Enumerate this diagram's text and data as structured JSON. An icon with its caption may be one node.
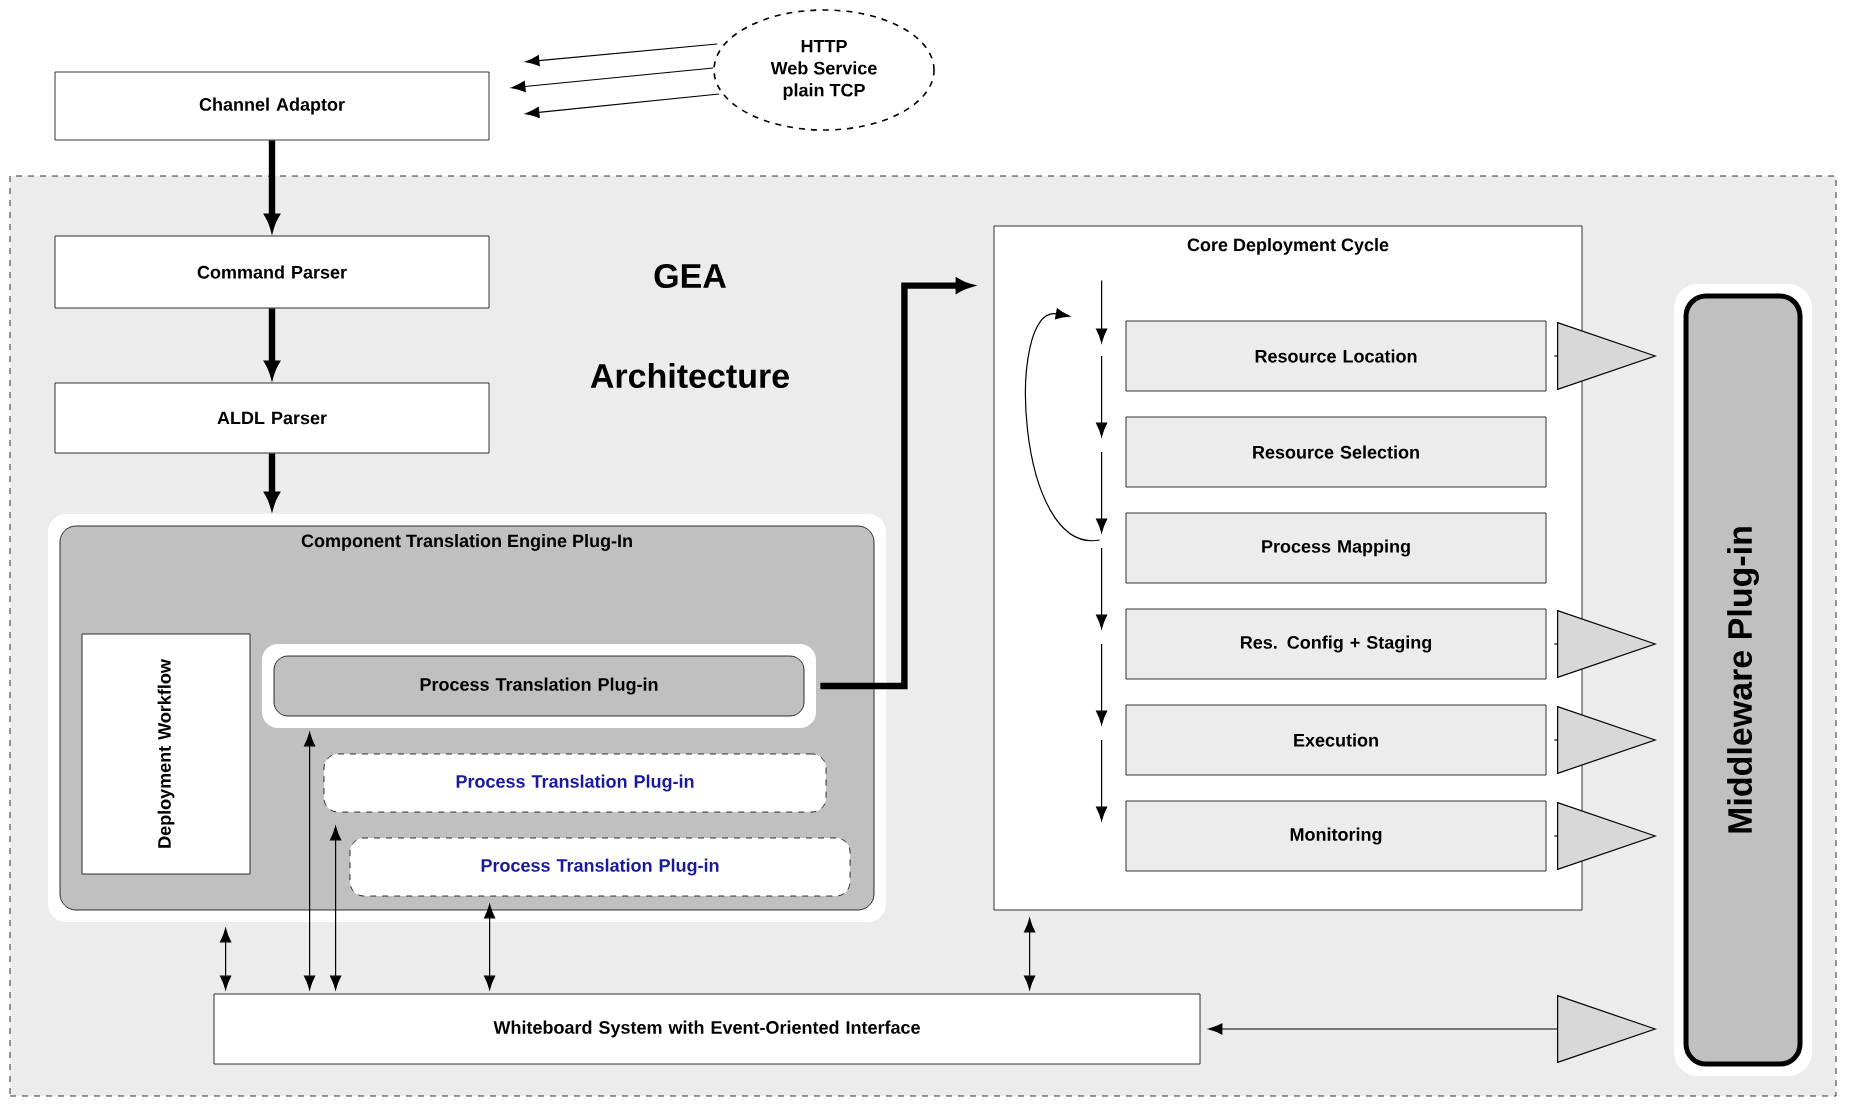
{
  "diagram": {
    "nodes": [
      {
        "text": [
          "HTTP",
          "Web Service",
          "plain TCP"
        ]
      },
      {
        "text": [
          "Channel Adaptor"
        ]
      },
      {
        "text": [
          "GEA Architecture"
        ]
      },
      {
        "text": [
          "Command Parser"
        ],
        "in": 2
      },
      {
        "text": [
          "ALDL Parser"
        ],
        "in": 2
      },
      {
        "text": [
          "Component Translation Engine Plug-In"
        ],
        "in": 2
      },
      {
        "text": [
          "Deployment Workflow"
        ],
        "in": 5
      },
      {
        "text": [
          "Process Translation Plug-in"
        ],
        "in": 5
      },
      {
        "text": [
          "Process Translation Plug-in"
        ],
        "in": 5
      },
      {
        "text": [
          "Process Translation Plug-in"
        ],
        "in": 5
      },
      {
        "text": [
          "Core Deployment Cycle"
        ],
        "in": 2
      },
      {
        "text": [
          "Resource Location"
        ],
        "in": 10
      },
      {
        "text": [
          "Resource Selection"
        ],
        "in": 10
      },
      {
        "text": [
          "Process Mapping"
        ],
        "in": 10
      },
      {
        "text": [
          "Res. Config + Staging"
        ],
        "in": 10
      },
      {
        "text": [
          "Execution"
        ],
        "in": 10
      },
      {
        "text": [
          "Monitoring"
        ],
        "in": 10
      },
      {
        "text": [
          "Middleware Plug-in"
        ],
        "in": 2
      },
      {
        "text": [
          "Whiteboard System with Event-Oriented Interface"
        ],
        "in": 2
      }
    ],
    "edges": [
      {
        "from": 0,
        "to": 1,
        "arrow": "to"
      },
      {
        "from": 0,
        "to": 1,
        "arrow": "to"
      },
      {
        "from": 0,
        "to": 1,
        "arrow": "to"
      },
      {
        "from": 1,
        "to": 3,
        "arrow": "to",
        "style": "thick"
      },
      {
        "from": 3,
        "to": 4,
        "arrow": "to",
        "style": "thick"
      },
      {
        "from": 4,
        "to": 5,
        "arrow": "to",
        "style": "thick"
      },
      {
        "from": 7,
        "to": 10,
        "arrow": "to",
        "style": "thick"
      },
      {
        "from": null,
        "to": 11,
        "arrow": "to"
      },
      {
        "from": 11,
        "to": 12,
        "arrow": "to"
      },
      {
        "from": 12,
        "to": 13,
        "arrow": "to"
      },
      {
        "from": 13,
        "to": 14,
        "arrow": "to"
      },
      {
        "from": 14,
        "to": 15,
        "arrow": "to"
      },
      {
        "from": 15,
        "to": 16,
        "arrow": "to"
      },
      {
        "from": 13,
        "to": 11,
        "arrow": "to"
      },
      {
        "from": 11,
        "to": 17,
        "arrow": "to"
      },
      {
        "from": 14,
        "to": 17,
        "arrow": "to"
      },
      {
        "from": 15,
        "to": 17,
        "arrow": "to"
      },
      {
        "from": 16,
        "to": 17,
        "arrow": "to"
      },
      {
        "from": 5,
        "to": 18,
        "arrow": "both"
      },
      {
        "from": 7,
        "to": 18,
        "arrow": "both"
      },
      {
        "from": 8,
        "to": 18,
        "arrow": "both"
      },
      {
        "from": 9,
        "to": 18,
        "arrow": "both"
      },
      {
        "from": 10,
        "to": 18,
        "arrow": "both"
      },
      {
        "from": 18,
        "to": 17,
        "arrow": "both"
      }
    ]
  }
}
